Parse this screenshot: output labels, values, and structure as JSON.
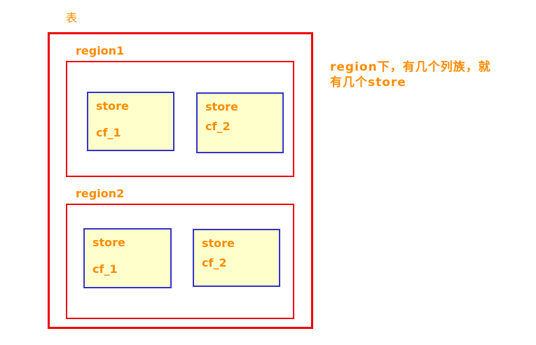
{
  "colors": {
    "box_red": "#ee0000",
    "store_border_blue": "#3333cc",
    "store_fill_yellow": "#ffffcc",
    "text_orange": "#ff8c00",
    "page_bg": "#ffffff"
  },
  "table": {
    "label": "表",
    "regions": [
      {
        "label": "region1",
        "stores": [
          {
            "title": "store",
            "cf": "cf_1"
          },
          {
            "title": "store",
            "cf": "cf_2"
          }
        ]
      },
      {
        "label": "region2",
        "stores": [
          {
            "title": "store",
            "cf": "cf_1"
          },
          {
            "title": "store",
            "cf": "cf_2"
          }
        ]
      }
    ]
  },
  "annotation": {
    "lines": [
      "region下，有几个列族，就",
      "有几个store"
    ]
  }
}
